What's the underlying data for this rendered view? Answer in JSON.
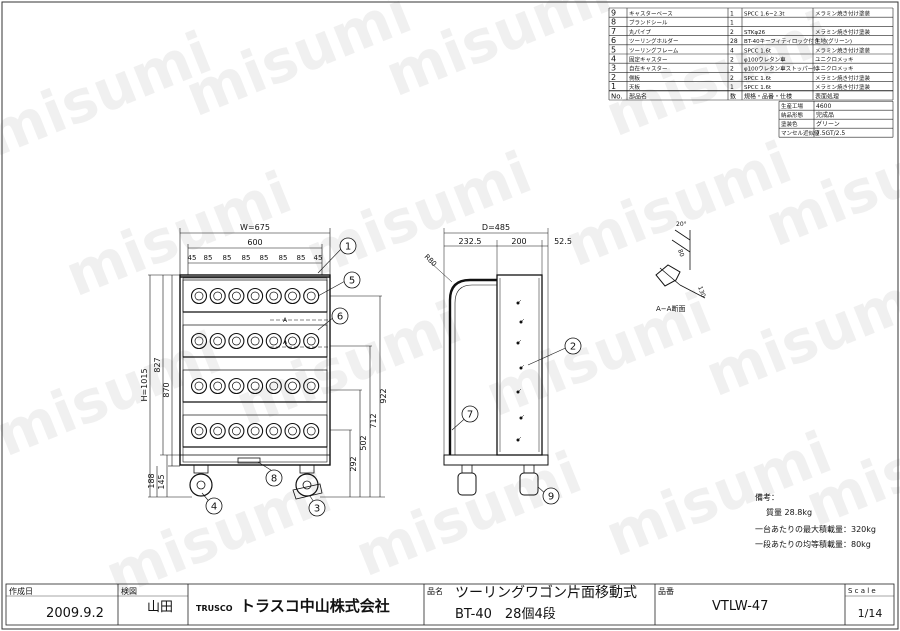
{
  "watermark": "misumi",
  "parts_list": {
    "rows": [
      {
        "no": "9",
        "name": "キャスターベース",
        "qty": "1",
        "spec": "SPCC 1.6~2.3t",
        "finish": "メラミン焼き付け塗装"
      },
      {
        "no": "8",
        "name": "ブランドシール",
        "qty": "1",
        "spec": "",
        "finish": ""
      },
      {
        "no": "7",
        "name": "丸パイプ",
        "qty": "2",
        "spec": "STKφ26",
        "finish": "メラミン焼き付け塗装"
      },
      {
        "no": "6",
        "name": "ツーリングホルダー",
        "qty": "28",
        "spec": "BT-40キーフィティロック付き",
        "finish": "生地(グリーン)"
      },
      {
        "no": "5",
        "name": "ツーリングフレーム",
        "qty": "4",
        "spec": "SPCC 1.6t",
        "finish": "メラミン焼き付け塗装"
      },
      {
        "no": "4",
        "name": "固定キャスター",
        "qty": "2",
        "spec": "φ100ウレタン車",
        "finish": "ユニクロメッキ"
      },
      {
        "no": "3",
        "name": "自在キャスター",
        "qty": "2",
        "spec": "φ100ウレタン車ストッパー付",
        "finish": "ユニクロメッキ"
      },
      {
        "no": "2",
        "name": "側板",
        "qty": "2",
        "spec": "SPCC 1.6t",
        "finish": "メラミン焼き付け塗装"
      },
      {
        "no": "1",
        "name": "天板",
        "qty": "1",
        "spec": "SPCC 1.6t",
        "finish": "メラミン焼き付け塗装"
      }
    ],
    "header": {
      "no": "No.",
      "name": "部品名",
      "qty": "数",
      "spec": "規格・品番・仕様",
      "finish": "表面処理"
    }
  },
  "info_table": [
    {
      "label": "生産工場",
      "value": "4600"
    },
    {
      "label": "納品形態",
      "value": "完成品"
    },
    {
      "label": "塗装色",
      "value": "グリーン"
    },
    {
      "label": "マンセル近似値",
      "value": "7.5GT/2.5"
    }
  ],
  "front_view": {
    "overall_width": "W=675",
    "inner_width": "600",
    "pitches": [
      "45",
      "85",
      "85",
      "85",
      "85",
      "85",
      "85",
      "45"
    ],
    "height_total": "H=1015",
    "height_827": "827",
    "height_870": "870",
    "height_188": "188",
    "height_145": "145",
    "height_922": "922",
    "height_712": "712",
    "height_502": "502",
    "height_292": "292",
    "section_mark": "A",
    "rows": 4,
    "holders_per_row": 7
  },
  "side_view": {
    "depth": "D=485",
    "d1": "232.5",
    "d2": "200",
    "d3": "52.5",
    "radius": "R80"
  },
  "section_view": {
    "title": "A−A断面",
    "angle1": "20°",
    "angle2": "80",
    "dim": "130"
  },
  "balloons": [
    "1",
    "2",
    "3",
    "4",
    "5",
    "6",
    "7",
    "8",
    "9"
  ],
  "notes": {
    "title": "備考：",
    "weight": "質量 28.8kg",
    "max_load": "一台あたりの最大積載量：320kg",
    "avg_load": "一段あたりの均等積載量：80kg"
  },
  "title_block": {
    "created_label": "作成日",
    "created": "2009.9.2",
    "checked_label": "検図",
    "checker": "山田",
    "brand": "TRUSCO",
    "company": "トラスコ中山株式会社",
    "product_label": "品名",
    "product_line1": "ツーリングワゴン片面移動式",
    "product_line2": "BT-40　28個4段",
    "part_label": "品番",
    "part_no": "VTLW-47",
    "scale_label": "S c a l e",
    "scale": "1/14"
  }
}
